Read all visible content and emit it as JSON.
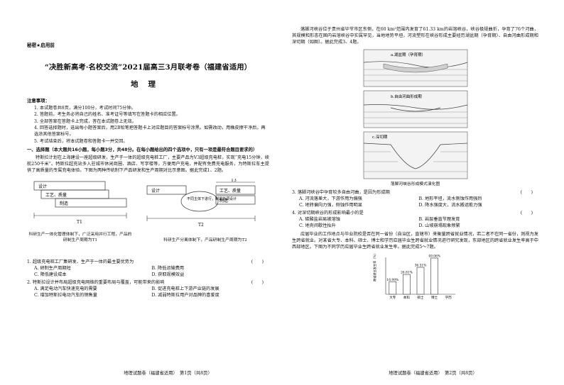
{
  "left": {
    "secret": "秘密★启用前",
    "title": "“决胜新高考·名校交流”2021届高三3月联考卷（福建省适用）",
    "subject": "地理",
    "notice_heading": "注意事项：",
    "notices": [
      "1. 本试题卷共8页，满分100分，考试时间75分钟。",
      "2. 答题前，考生务必将自己的姓名、准考证号等填写在答题卡的相应位置。",
      "3. 全部答案在答题卡上完成，答在本试题卷上无效。",
      "4. 回答选择题时，选出每小题答案后，用2B铅笔把答题卡上对应题目的答案标号涂黑。如需改动，用橡皮擦干净后，再选涂其他答案标号。",
      "5. 考试结束后，将本试题卷和答题卡一并交回。"
    ],
    "section1": "一、选择题（本大题共16小题，每小题3分，共48分。在每小题给出的四个选项中，只有一项是最符合题目要求的）",
    "material1": "特斯拉计划在上海建设一座超级研发，生产于一体的超级充电桩工厂，主要产品为V3超级充电桩，实现“充电15分钟，续航250千米”。特斯拉超充站多入驻城市休闲商圈、酒店、写字楼等，方便用户充电，并配有免费充电服务，为特斯拉车主提供了高质量的专属充电体验。下图为两种传统制下产品研发和生产周期对比示意图。据此完成1、2题。",
    "fig": {
      "left_labels": [
        "设计",
        "工艺、质量",
        "制造"
      ],
      "t1": "T1",
      "left_caption": "科研生产一体化管理体制下，广泛采用并行工程，产品的研制生产周期为T1",
      "right_labels": [
        "设计",
        "工艺、质量",
        "制造"
      ],
      "t2": "T2",
      "t3": "T3",
      "bubble": "不同主体下进行，制造协调设计",
      "right_caption": "科研生产分离体制下，产品研制生产周期为T2"
    },
    "q1": "1. 超级充电桩工厂集研发、生产于一体的最主要优势为",
    "q1_opts": [
      "A. 研制生产周期短",
      "B. 降低运输费用",
      "C. 降低建设成本",
      "D. 获取规模效益"
    ],
    "q2": "2. 特斯拉设计并布局超级充电网络的重要布局与覆盖，可能带来的影响",
    "q2_opts": [
      "A. 满足电动汽车快速充电的需要",
      "B. 促进充电桩上下游产业链的发展",
      "C. 增加特斯拉电动汽车的销售量",
      "D. 减弱特斯拉用户对品牌的喜爱度"
    ],
    "paren": "(　　)",
    "footer": "地理试题卷（福建省适用）　第1页（共8页）"
  },
  "right": {
    "material2": "落脚河峡谷位于贵州省毕节市区东侧，在60 km²范围内发育了61.33 km的岩溶峡谷，峡谷极规曲折，孕育了76个河曲，其规模和形态在国内岩溶峡谷中实属罕见，当地地势平坦，河流塑形在峡谷形成主要经历湖盆期（孕育期）、自由河曲形成期和深切期（如图）。据此完成3、4题。",
    "panels": [
      "a.湖盆期（孕育期）",
      "b.自由河曲形成期",
      "c.深切期"
    ],
    "fig_caption": "落脚河峡谷形成模式演化图",
    "q3": "3. 落脚河峡谷中孕育较多自由河曲，是因为形成期",
    "q3_opts": [
      "A. 河流落差大，下游作用为偏强",
      "B. 地形平坦，流水侧蚀作用强烈",
      "C. 地转偏向力强，侧蚀作用明显",
      "D. 降水强度大，流水搬运能力强"
    ],
    "q4": "4. 对深切期峡谷的形成影响最小的是",
    "q4_opts": [
      "A. 碳酸盐岩易被溶蚀",
      "B. 岩层垂直节理发育",
      "C. 地壳间歇性抬升",
      "D. 山坡崩塌现象频繁"
    ],
    "paren": "(　　)",
    "material3": "应届毕业的工作地点与毕业院校是否在同一省份（自治区，直辖市）来衡量跨省就业情况，若二者不在同一省份，则视为发生跨省就业。对某省大专、本科、硕士、博士和学历应届毕业生跨省就业情况进行研究发现，东部地区的跨省就业发生率高于中西部地区。下图为不同学历应届毕业生跨省就业发生率。据此完成5～7题。",
    "ylabel": "跨省就业发生率（%）",
    "footer": "地理试题卷（福建省适用）　第2页（共8页）"
  },
  "chart_data": {
    "type": "bar",
    "categories": [
      "大专",
      "本科",
      "硕士",
      "博士",
      "学历"
    ],
    "values": [
      16.98,
      26.81,
      36.51,
      49.06,
      null
    ],
    "labels": [
      "16.98%",
      "26.81%",
      "36.51%",
      "49.06%",
      ""
    ],
    "ylabel": "跨省就业发生率（%）",
    "ylim": [
      0,
      50
    ]
  }
}
